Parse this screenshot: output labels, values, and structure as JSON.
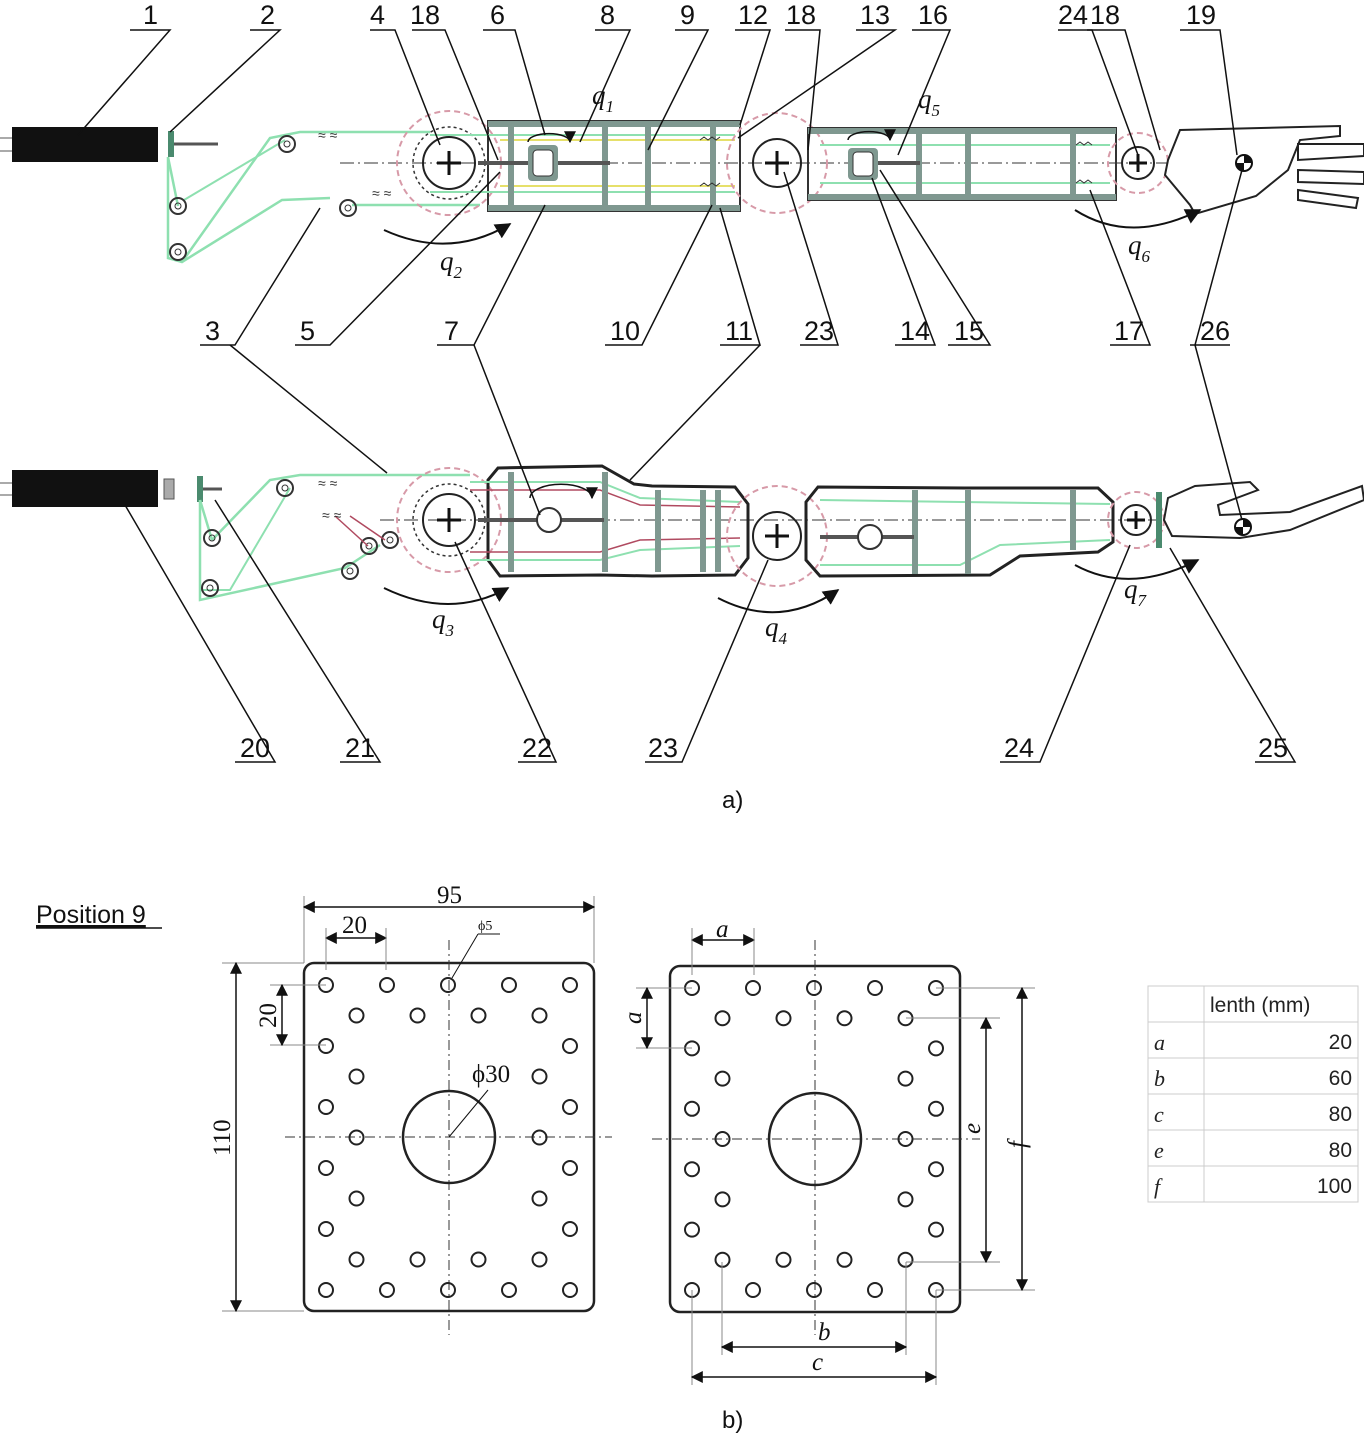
{
  "captions": {
    "a": "a)",
    "b": "b)"
  },
  "part_labels_top": [
    "1",
    "2",
    "4",
    "18",
    "6",
    "8",
    "9",
    "12",
    "18",
    "13",
    "16",
    "24",
    "18",
    "19"
  ],
  "part_labels_mid": [
    "3",
    "5",
    "7",
    "10",
    "11",
    "23",
    "14",
    "15",
    "17",
    "26"
  ],
  "part_labels_bottom": [
    "20",
    "21",
    "22",
    "23",
    "24",
    "25"
  ],
  "joints": [
    {
      "q": "q",
      "sub": "1"
    },
    {
      "q": "q",
      "sub": "2"
    },
    {
      "q": "q",
      "sub": "3"
    },
    {
      "q": "q",
      "sub": "4"
    },
    {
      "q": "q",
      "sub": "5"
    },
    {
      "q": "q",
      "sub": "6"
    },
    {
      "q": "q",
      "sub": "7"
    }
  ],
  "plate_left": {
    "title": "Position 9",
    "width": "95",
    "height": "110",
    "pitch_h": "20",
    "pitch_v": "20",
    "hole": "ϕ5",
    "center_hole": "ϕ30"
  },
  "plate_right": {
    "dim_a_h": "a",
    "dim_a_v": "a",
    "dim_b": "b",
    "dim_c": "c",
    "dim_e": "e",
    "dim_f": "f"
  },
  "length_table": {
    "header": "lenth (mm)",
    "rows": [
      {
        "key": "a",
        "value": "20"
      },
      {
        "key": "b",
        "value": "60"
      },
      {
        "key": "c",
        "value": "80"
      },
      {
        "key": "e",
        "value": "80"
      },
      {
        "key": "f",
        "value": "100"
      }
    ]
  },
  "colors": {
    "cable": "#8ee0b0",
    "yellow": "#e6e06a",
    "dashed_circle": "#d79aa8",
    "plate": "#7f9890",
    "red": "#b04a60"
  }
}
